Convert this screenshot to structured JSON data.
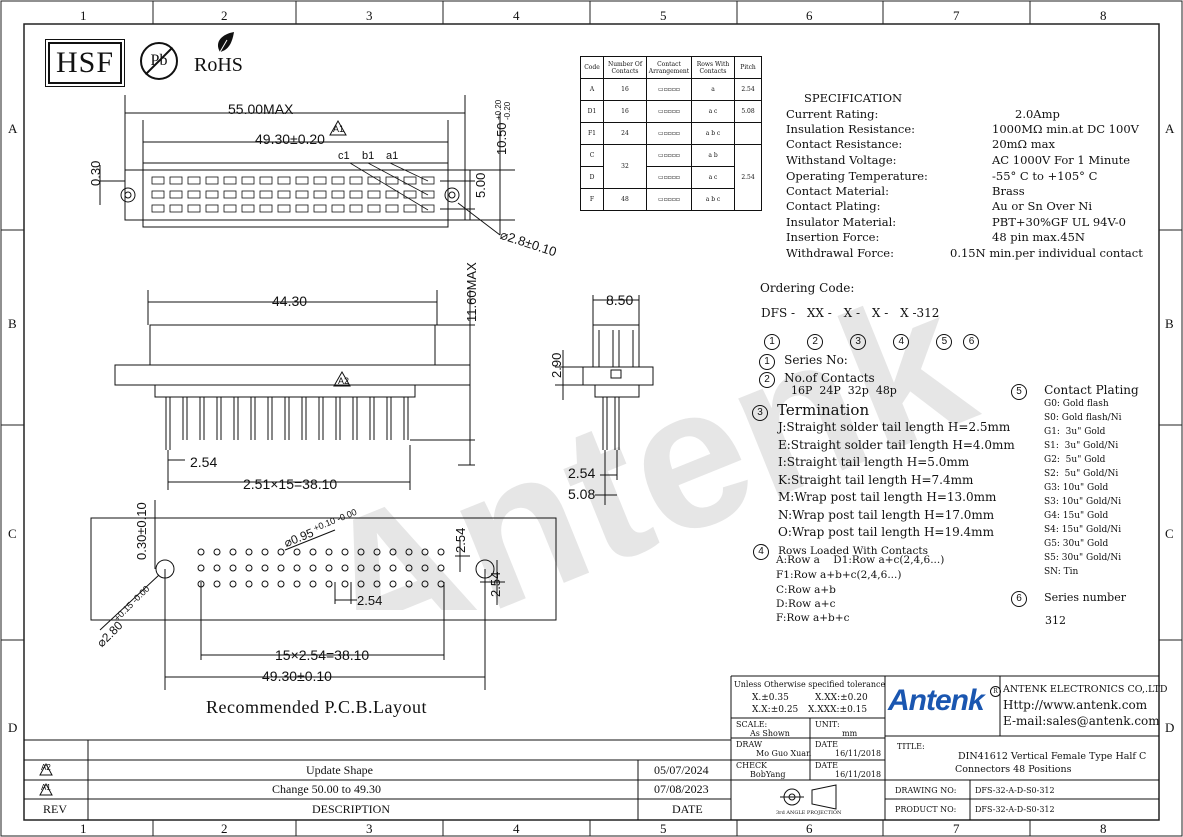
{
  "zones": {
    "cols": [
      "1",
      "2",
      "3",
      "4",
      "5",
      "6",
      "7",
      "8"
    ],
    "rows": [
      "A",
      "B",
      "C",
      "D"
    ]
  },
  "logos": {
    "hsf": "HSF",
    "pb": "Pb",
    "rohs": "RoHS"
  },
  "top_view": {
    "dim_overall": "55.00MAX",
    "dim_pitch_width": "49.30±0.20",
    "dim_left": "0.30",
    "dim_height": "10.50",
    "dim_height_tol_plus": "+0.20",
    "dim_height_tol_minus": "-0.20",
    "dim_inner": "5.00",
    "dim_hole": "⌀2.8±0.10",
    "rev_mark": "A1",
    "row_labels": [
      "c1",
      "b1",
      "a1"
    ]
  },
  "front_view": {
    "dim_body": "44.30",
    "dim_height": "11.60MAX",
    "dim_pitch": "2.54",
    "dim_span": "2.51×15=38.10",
    "rev_mark": "A2"
  },
  "side_view": {
    "dim_width": "8.50",
    "dim_step": "2.90",
    "dim_row": "2.54",
    "dim_depth": "5.08"
  },
  "pcb": {
    "dim_offset": "0.30±0.10",
    "dim_pin_hole": "⌀0.95",
    "dim_pin_hole_tol": "+0.10 -0.00",
    "dim_mount_hole": "⌀2.80",
    "dim_mount_hole_tol": "+0.15 -0.00",
    "dim_pitch_x": "2.54",
    "dim_pitch_y1": "2.54",
    "dim_pitch_y2": "2.54",
    "dim_span": "15×2.54=38.10",
    "dim_width": "49.30±0.10",
    "caption": "Recommended P.C.B.Layout"
  },
  "code_table": {
    "headers": [
      "Code",
      "Number Of Contacts",
      "Contact Arrangement",
      "Rows With Contacts",
      "Pitch"
    ],
    "rows": [
      {
        "code": "A",
        "contacts": "16",
        "rows": "a",
        "pitch": "2.54"
      },
      {
        "code": "D1",
        "contacts": "16",
        "rows": "a c",
        "pitch": "5.08"
      },
      {
        "code": "F1",
        "contacts": "24",
        "rows": "a b c",
        "pitch": ""
      },
      {
        "code": "C",
        "contacts": "32",
        "rows": "a b",
        "pitch": "2.54"
      },
      {
        "code": "D",
        "contacts": "",
        "rows": "a c",
        "pitch": ""
      },
      {
        "code": "F",
        "contacts": "48",
        "rows": "a b c",
        "pitch": ""
      }
    ]
  },
  "specification": {
    "title": "SPECIFICATION",
    "rows": [
      {
        "label": "Current Rating:",
        "value": "2.0Amp"
      },
      {
        "label": "Insulation Resistance:",
        "value": "1000MΩ  min.at DC 100V"
      },
      {
        "label": "Contact Resistance:",
        "value": "20mΩ  max"
      },
      {
        "label": "Withstand Voltage:",
        "value": "AC 1000V For 1 Minute"
      },
      {
        "label": "Operating Temperature:",
        "value": "-55° C  to  +105° C"
      },
      {
        "label": "Contact Material:",
        "value": "Brass"
      },
      {
        "label": "Contact Plating:",
        "value": "Au or Sn Over Ni"
      },
      {
        "label": "Insulator Material:",
        "value": "PBT+30%GF UL 94V-0"
      },
      {
        "label": "Insertion Force:",
        "value": "48 pin max.45N"
      },
      {
        "label": "Withdrawal Force:",
        "value": "0.15N min.per individual contact"
      }
    ]
  },
  "ordering": {
    "title": "Ordering Code:",
    "parts": [
      "DFS",
      "XX",
      "X",
      "X",
      "X",
      "312"
    ],
    "nums": [
      "1",
      "2",
      "3",
      "4",
      "5",
      "6"
    ],
    "series_label": "Series No:",
    "contacts_label": "No.of Contacts",
    "contacts_options": "16P  24P  32p  48p",
    "termination_label": "Termination",
    "termination_items": [
      "J:Straight solder tail length H=2.5mm",
      "E:Straight solder tail length H=4.0mm",
      "I:Straight tail length H=5.0mm",
      "K:Straight tail length H=7.4mm",
      "M:Wrap post tail length H=13.0mm",
      "N:Wrap post tail length H=17.0mm",
      "O:Wrap post tail length H=19.4mm"
    ],
    "rows_label": "Rows Loaded With Contacts",
    "rows_items": [
      "A:Row a    D1:Row a+c(2,4,6...)",
      "F1:Row a+b+c(2,4,6...)",
      "C:Row a+b",
      "D:Row a+c",
      "F:Row a+b+c"
    ],
    "plating_label": "Contact Plating",
    "plating_items": [
      "G0: Gold flash",
      "S0: Gold flash/Ni",
      "G1:  3u\" Gold",
      "S1:  3u\" Gold/Ni",
      "G2:  5u\" Gold",
      "S2:  5u\" Gold/Ni",
      "G3: 10u\" Gold",
      "S3: 10u\" Gold/Ni",
      "G4: 15u\" Gold",
      "S4: 15u\" Gold/Ni",
      "G5: 30u\" Gold",
      "S5: 30u\" Gold/Ni",
      "SN: Tin"
    ],
    "series_number_label": "Series number",
    "series_number_value": "312"
  },
  "revisions": {
    "rows": [
      {
        "rev": "A2",
        "description": "Update Shape",
        "date": "05/07/2024"
      },
      {
        "rev": "A1",
        "description": "Change 50.00 to 49.30",
        "date": "07/08/2023"
      }
    ],
    "header": {
      "rev": "REV",
      "description": "DESCRIPTION",
      "date": "DATE"
    }
  },
  "title_block": {
    "tolerance_title": "Unless Otherwise specified tolerance",
    "tol_1": "X.±0.35",
    "tol_2": "X.XX:±0.20",
    "tol_3": "X.X:±0.25",
    "tol_4": "X.XXX:±0.15",
    "scale_label": "SCALE:",
    "scale_value": "As Shown",
    "unit_label": "UNIT:",
    "unit_value": "mm",
    "draw_label": "DRAW",
    "draw_value": "Mo Guo Xuan",
    "draw_date_label": "DATE",
    "draw_date": "16/11/2018",
    "check_label": "CHECK",
    "check_value": "BobYang",
    "check_date_label": "DATE",
    "check_date": "16/11/2018",
    "projection": "3rd ANGLE PROJECTION",
    "company_logo": "Antenk",
    "company_name": "ANTENK ELECTRONICS CO,.LTD",
    "website": "Http://www.antenk.com",
    "email": "E-mail:sales@antenk.com",
    "title_label": "TITLE:",
    "title_value_1": "DIN41612 Vertical Female Type Half C",
    "title_value_2": "Connectors 48 Positions",
    "drawing_no_label": "DRAWING NO:",
    "drawing_no": "DFS-32-A-D-S0-312",
    "product_no_label": "PRODUCT NO:",
    "product_no": "DFS-32-A-D-S0-312"
  },
  "watermark": "Antenk"
}
